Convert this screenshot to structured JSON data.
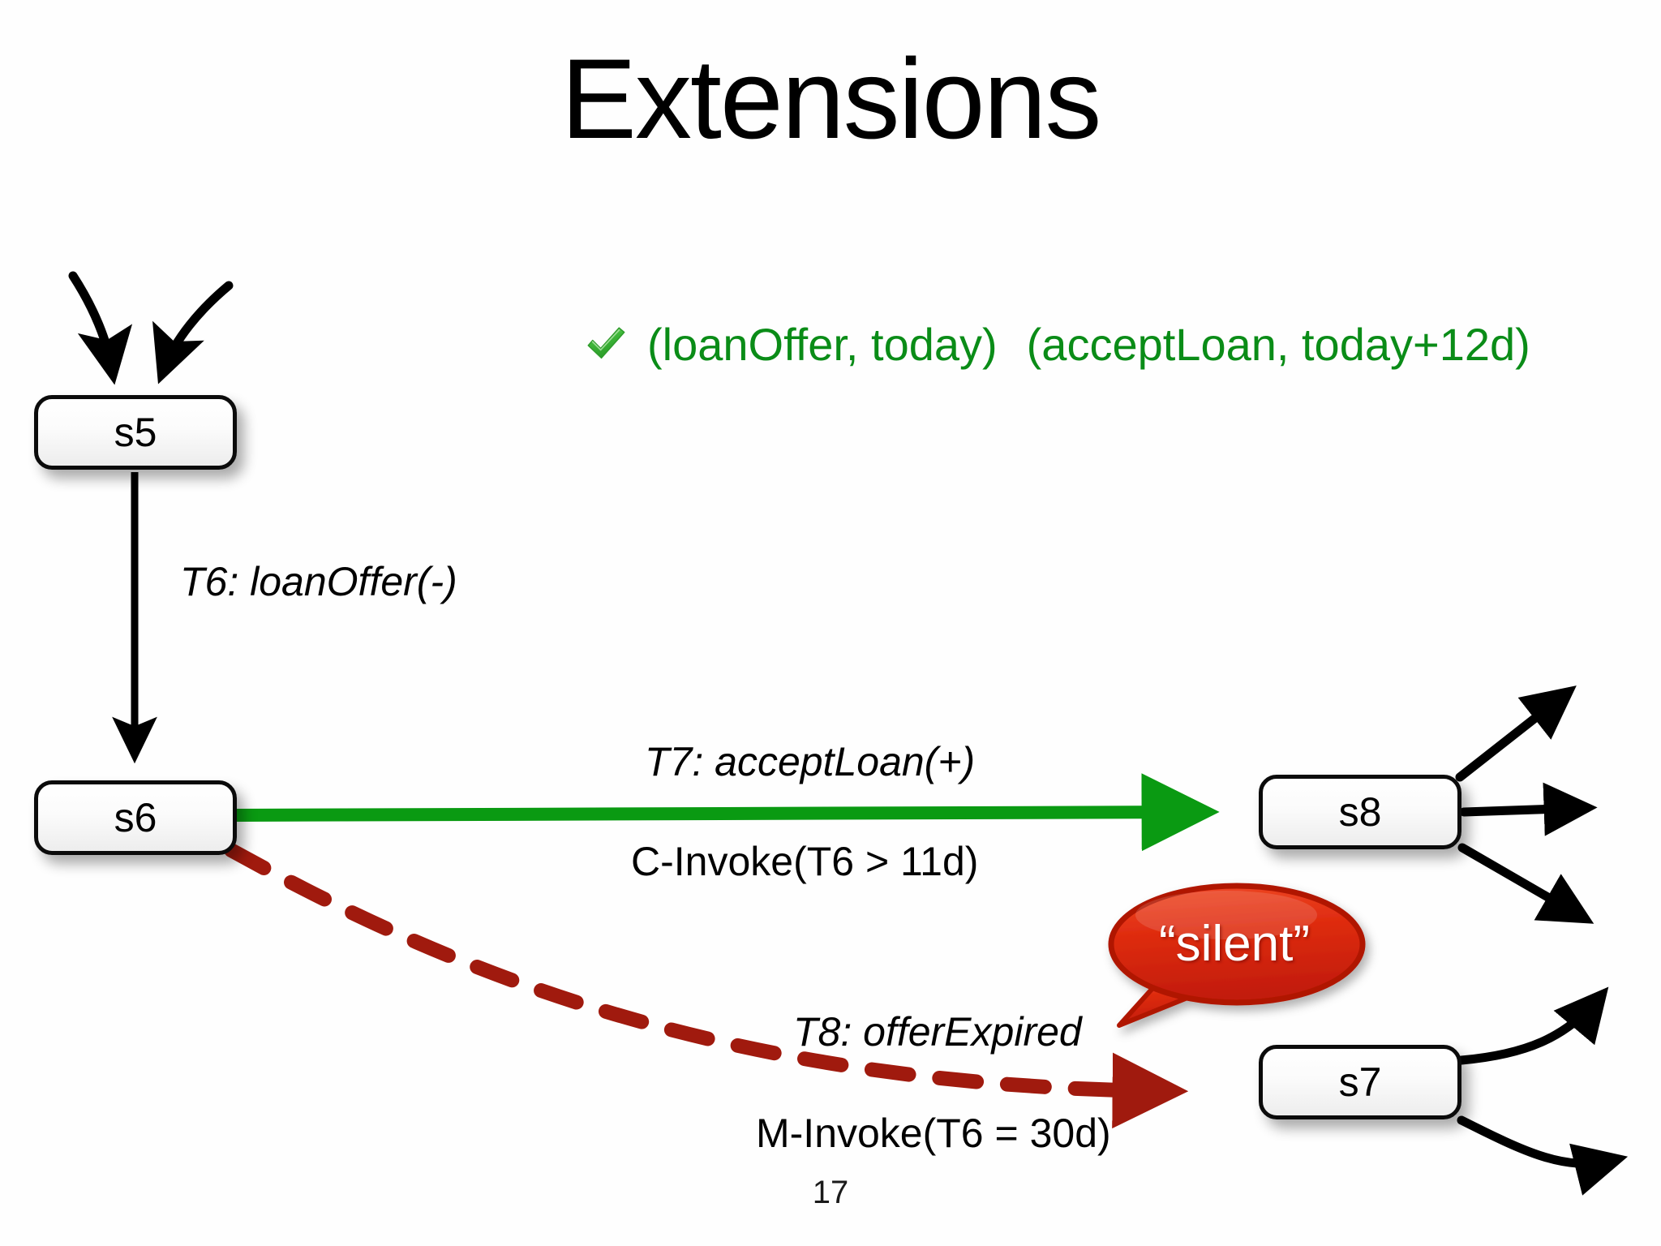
{
  "slide": {
    "title": "Extensions",
    "page_number": "17",
    "background_color": "#fefefe"
  },
  "annotation": {
    "icon": "green-check-icon",
    "color": "#0a8c17",
    "tokens": [
      "(loanOffer, today)",
      "(acceptLoan, today+12d)"
    ]
  },
  "states": [
    {
      "id": "s5",
      "label": "s5"
    },
    {
      "id": "s6",
      "label": "s6"
    },
    {
      "id": "s8",
      "label": "s8"
    },
    {
      "id": "s7",
      "label": "s7"
    }
  ],
  "transitions": {
    "t6": {
      "label": "T6: loanOffer(-)",
      "from": "s5",
      "to": "s6",
      "style": "solid-black",
      "color": "#000000"
    },
    "t7": {
      "label": "T7: acceptLoan(+)",
      "condition": "C-Invoke(T6 > 11d)",
      "from": "s6",
      "to": "s8",
      "style": "solid-green",
      "color": "#0a9a12"
    },
    "t8": {
      "label": "T8: offerExpired",
      "condition": "M-Invoke(T6 = 30d)",
      "from": "s6",
      "to": "s7",
      "style": "dashed-red",
      "color": "#a01a0e"
    }
  },
  "callout": {
    "text": "“silent”",
    "fill_color": "#dd2a10",
    "stroke_color": "#b01506",
    "text_color": "#ffffff"
  },
  "colors": {
    "black": "#000000",
    "green_text": "#0a8c17",
    "green_edge": "#0a9a12",
    "dark_red": "#a01a0e",
    "box_border": "#0b0b0b"
  }
}
